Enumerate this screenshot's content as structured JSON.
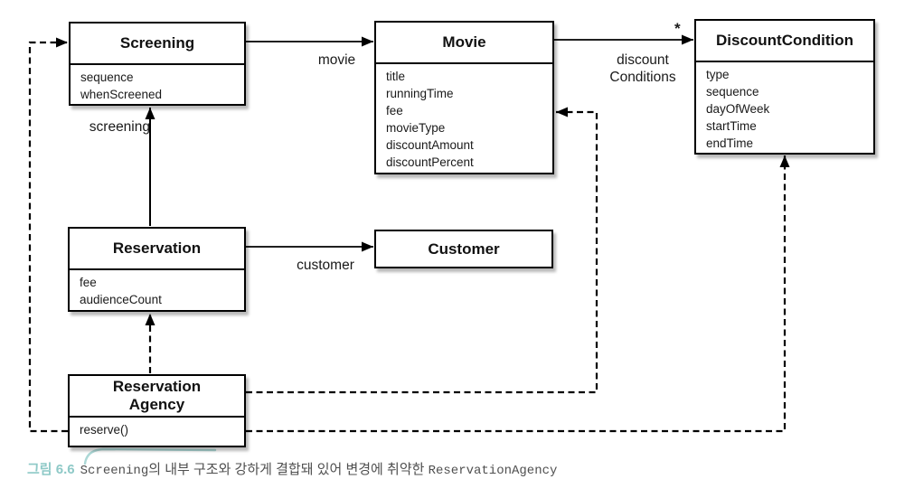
{
  "diagram": {
    "classes": {
      "screening": {
        "title": "Screening",
        "attributes": [
          "sequence",
          "whenScreened"
        ]
      },
      "movie": {
        "title": "Movie",
        "attributes": [
          "title",
          "runningTime",
          "fee",
          "movieType",
          "discountAmount",
          "discountPercent"
        ]
      },
      "discountCondition": {
        "title": "DiscountCondition",
        "attributes": [
          "type",
          "sequence",
          "dayOfWeek",
          "startTime",
          "endTime"
        ]
      },
      "reservation": {
        "title": "Reservation",
        "attributes": [
          "fee",
          "audienceCount"
        ]
      },
      "customer": {
        "title": "Customer",
        "attributes": []
      },
      "reservationAgency": {
        "title_line1": "Reservation",
        "title_line2": "Agency",
        "attributes": [
          "reserve()"
        ]
      }
    },
    "edge_labels": {
      "movie": "movie",
      "screening": "screening",
      "customer": "customer",
      "discount_line1": "discount",
      "discount_line2": "Conditions",
      "multiplicity": "*"
    }
  },
  "caption": {
    "figure_label": "그림 6.6",
    "code1": "Screening",
    "text1": "의 내부 구조와 강하게 결합돼 있어 변경에 취약한 ",
    "code2": "ReservationAgency"
  },
  "colors": {
    "line": "#000000",
    "box_fill": "#ffffff",
    "figure_label_teal": "#8ec9c7",
    "caption_gray": "#4f4f4f",
    "annotation_teal": "#9ed1cf"
  }
}
